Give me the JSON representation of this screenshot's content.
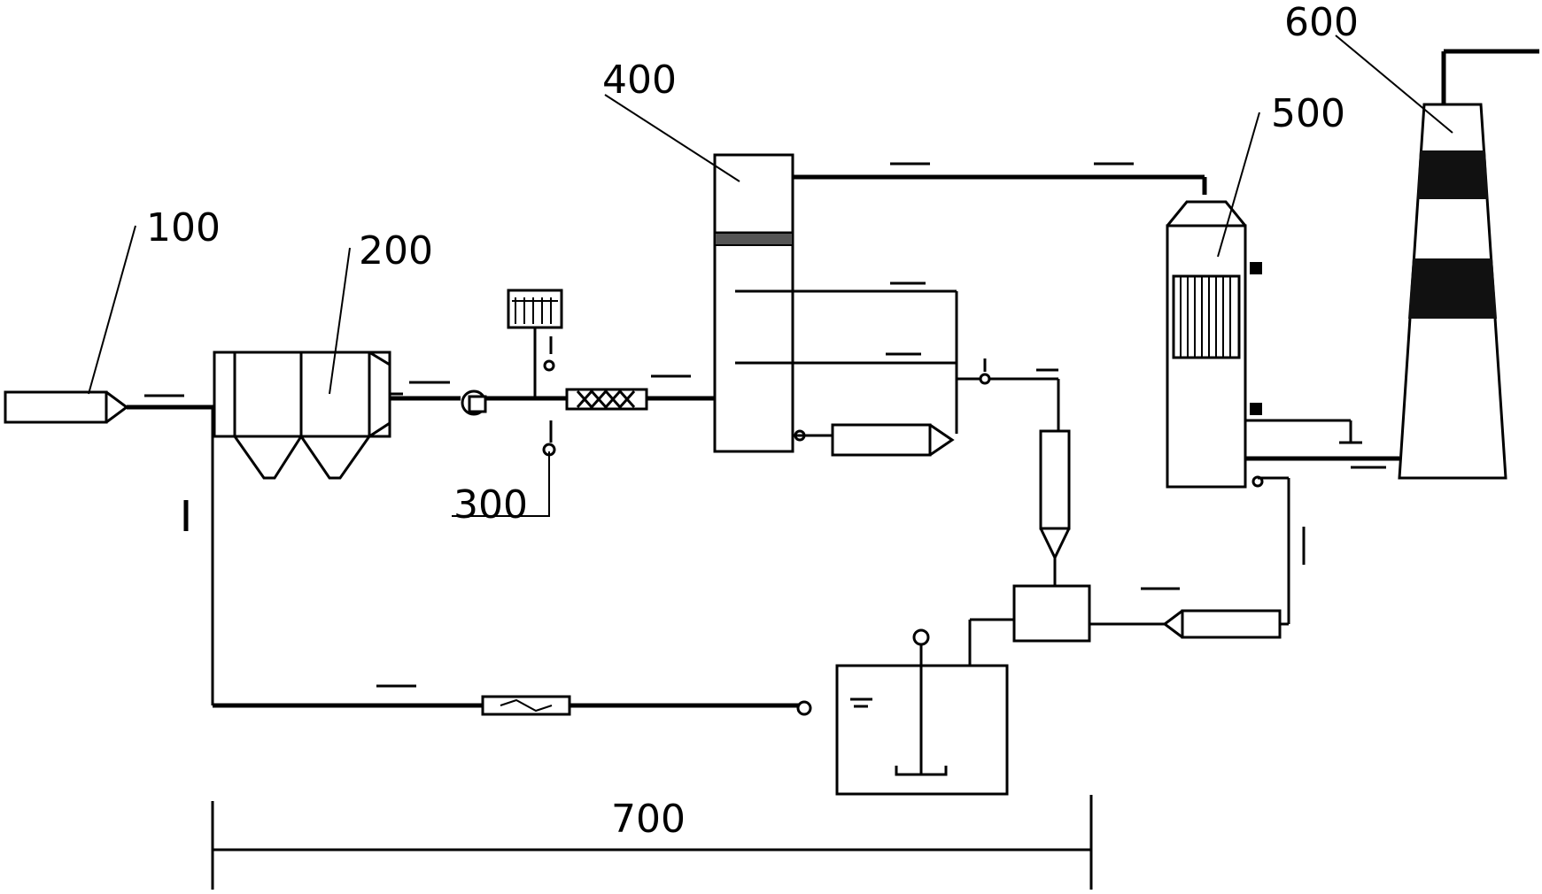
{
  "labels": {
    "l100": "100",
    "l200": "200",
    "l300": "300",
    "l400": "400",
    "l500": "500",
    "l600": "600",
    "l700": "700"
  },
  "colors": {
    "line": "#000000",
    "background": "#ffffff"
  }
}
